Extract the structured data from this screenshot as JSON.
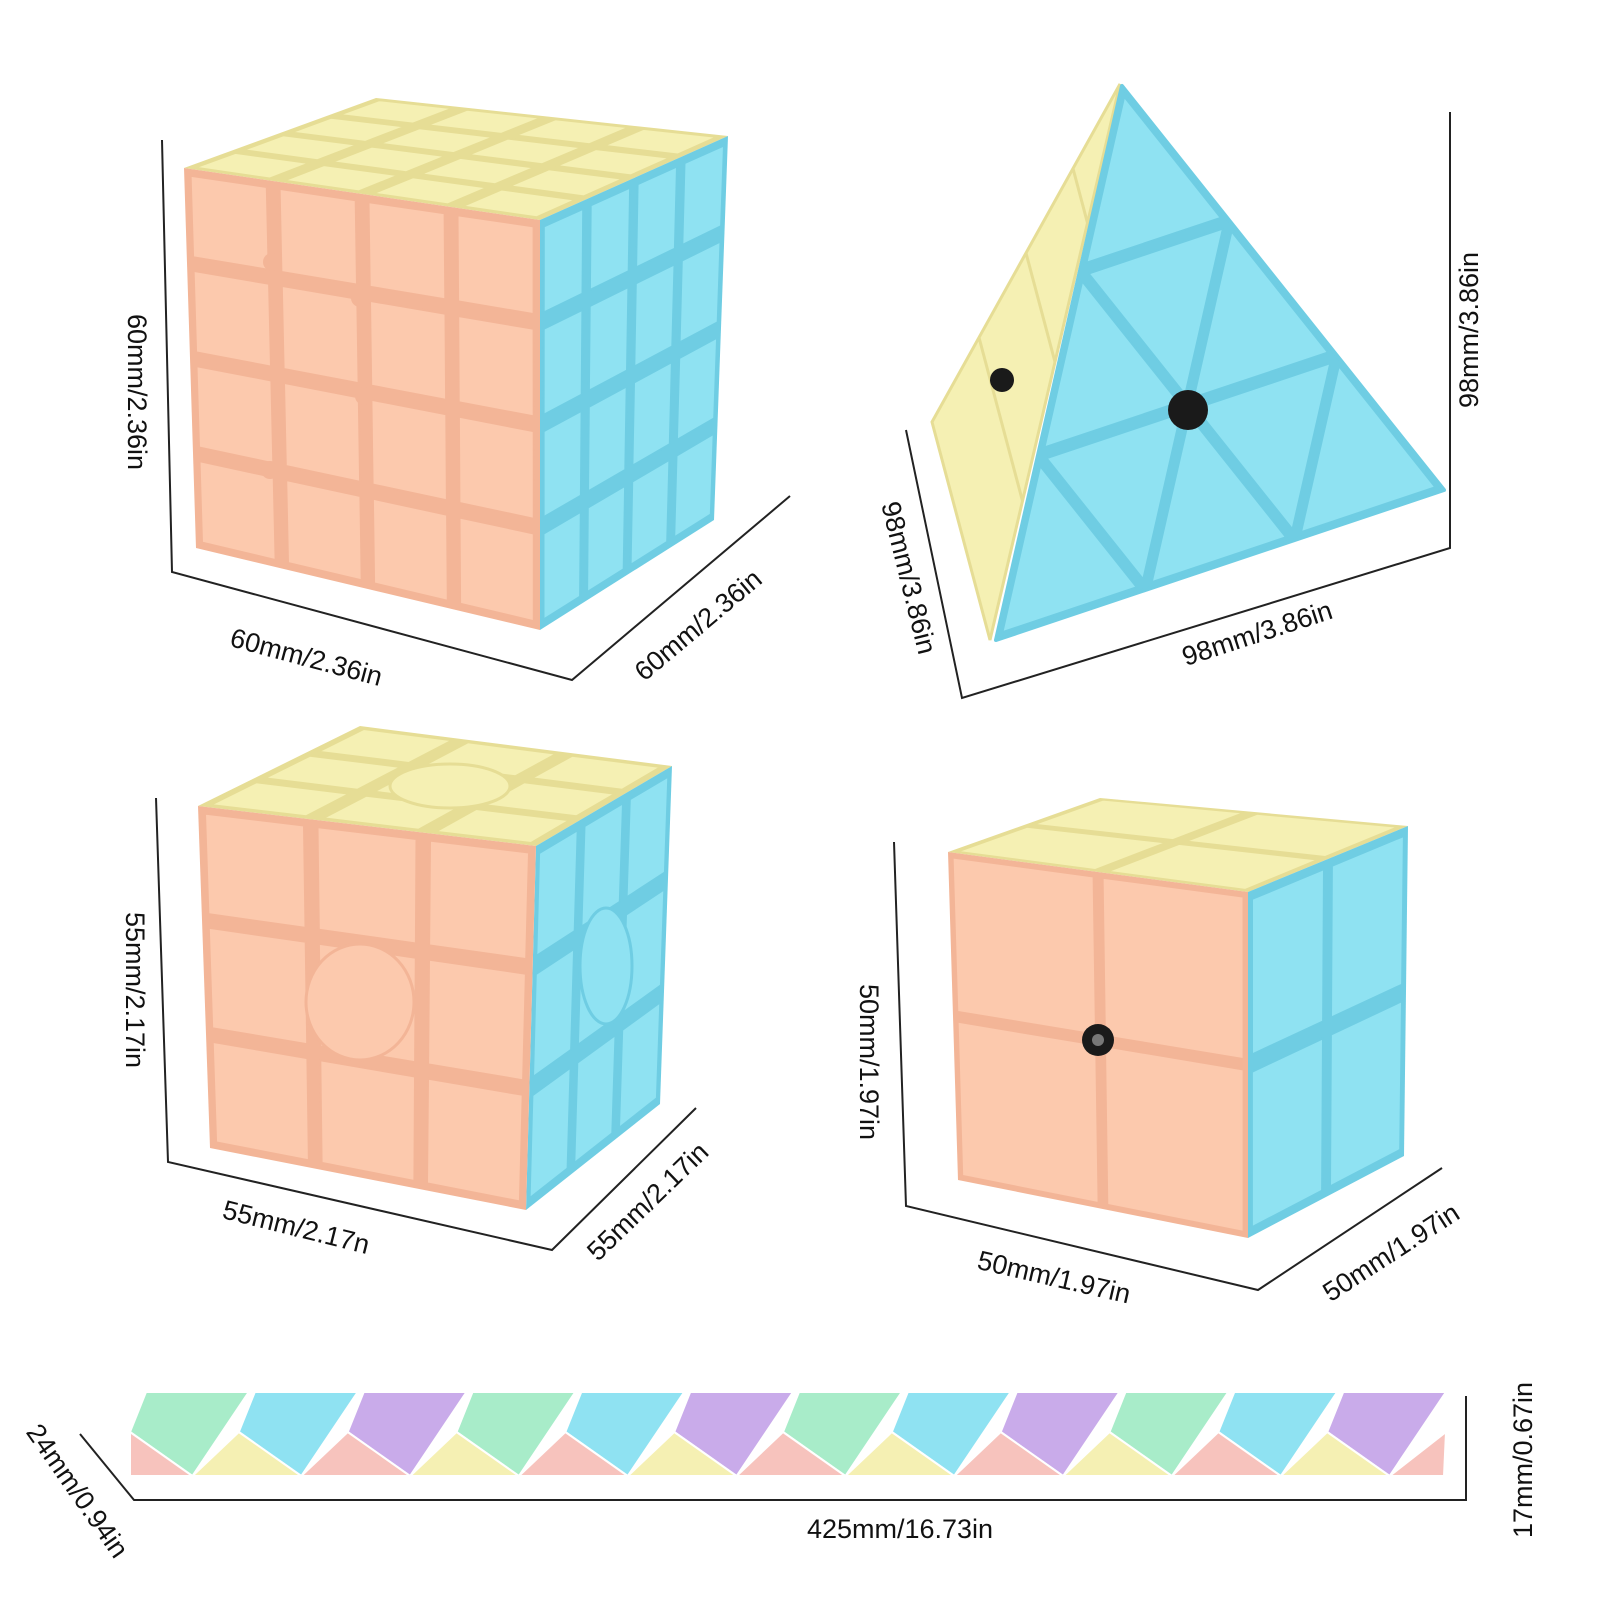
{
  "palette": {
    "peach": "#fcc9ad",
    "peach_shadow": "#f3b597",
    "yellow": "#f5f0b3",
    "yellow_shadow": "#e6dd95",
    "blue": "#8fe2f2",
    "blue_shadow": "#6fcde3",
    "mint": "#a8ecc9",
    "lavender": "#c9abea",
    "pink": "#f7c3bd",
    "core": "#1a1a1a",
    "line": "#222222"
  },
  "puzzles": {
    "cube4": {
      "name": "4x4 cube",
      "dims": {
        "height": "60mm/2.36in",
        "width": "60mm/2.36in",
        "depth": "60mm/2.36in"
      }
    },
    "pyraminx": {
      "name": "pyramid",
      "dims": {
        "height": "98mm/3.86in",
        "width": "98mm/3.86in",
        "depth": "98mm/3.86in"
      }
    },
    "cube3": {
      "name": "3x3 cube",
      "dims": {
        "height": "55mm/2.17in",
        "width": "55mm/2.17n",
        "depth": "55mm/2.17in"
      }
    },
    "cube2": {
      "name": "2x2 cube",
      "dims": {
        "height": "50mm/1.97in",
        "width": "50mm/1.97in",
        "depth": "50mm/1.97in"
      }
    },
    "snake": {
      "name": "snake",
      "dims": {
        "length": "425mm/16.73in",
        "height": "17mm/0.67in",
        "depth": "24mm/0.94in"
      },
      "top_colors": [
        "mint",
        "blue",
        "lavender",
        "mint",
        "blue",
        "lavender",
        "mint",
        "blue",
        "lavender",
        "mint",
        "blue",
        "lavender"
      ],
      "bottom_colors": [
        "pink",
        "yellow",
        "pink",
        "yellow",
        "pink",
        "yellow",
        "pink",
        "yellow",
        "pink",
        "yellow",
        "pink",
        "yellow"
      ]
    }
  }
}
